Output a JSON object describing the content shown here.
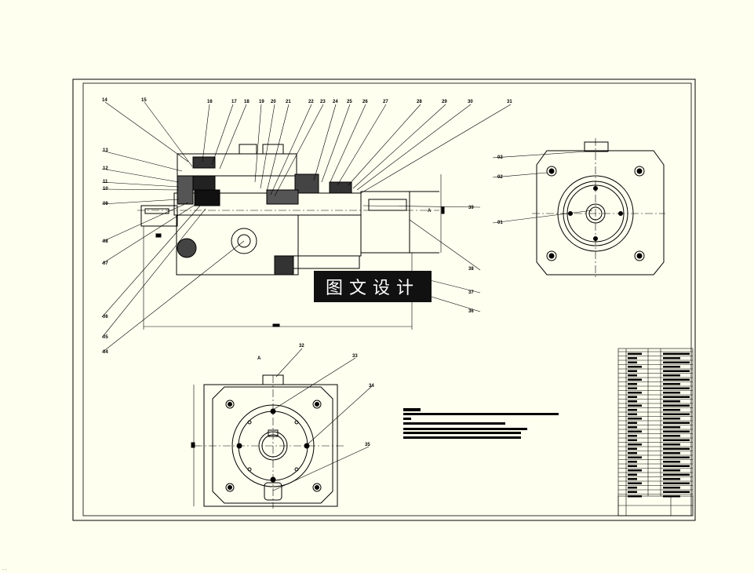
{
  "watermark": "图文设计",
  "view_label": "A",
  "section_label": "A",
  "top_callouts": [
    "14",
    "15",
    "16",
    "17",
    "18",
    "19",
    "20",
    "21",
    "22",
    "23",
    "24",
    "25",
    "26",
    "27",
    "28",
    "29",
    "30",
    "31"
  ],
  "left_callouts": [
    "13",
    "12",
    "11",
    "10",
    "09",
    "08",
    "07",
    "06",
    "05",
    "04"
  ],
  "right_callouts": [
    "39",
    "38",
    "37",
    "36"
  ],
  "side_callouts": [
    "03",
    "02",
    "01"
  ],
  "bottom_callouts": [
    "32",
    "33",
    "34",
    "35"
  ],
  "colors": {
    "line": "#000000",
    "paper": "#fffff0"
  }
}
